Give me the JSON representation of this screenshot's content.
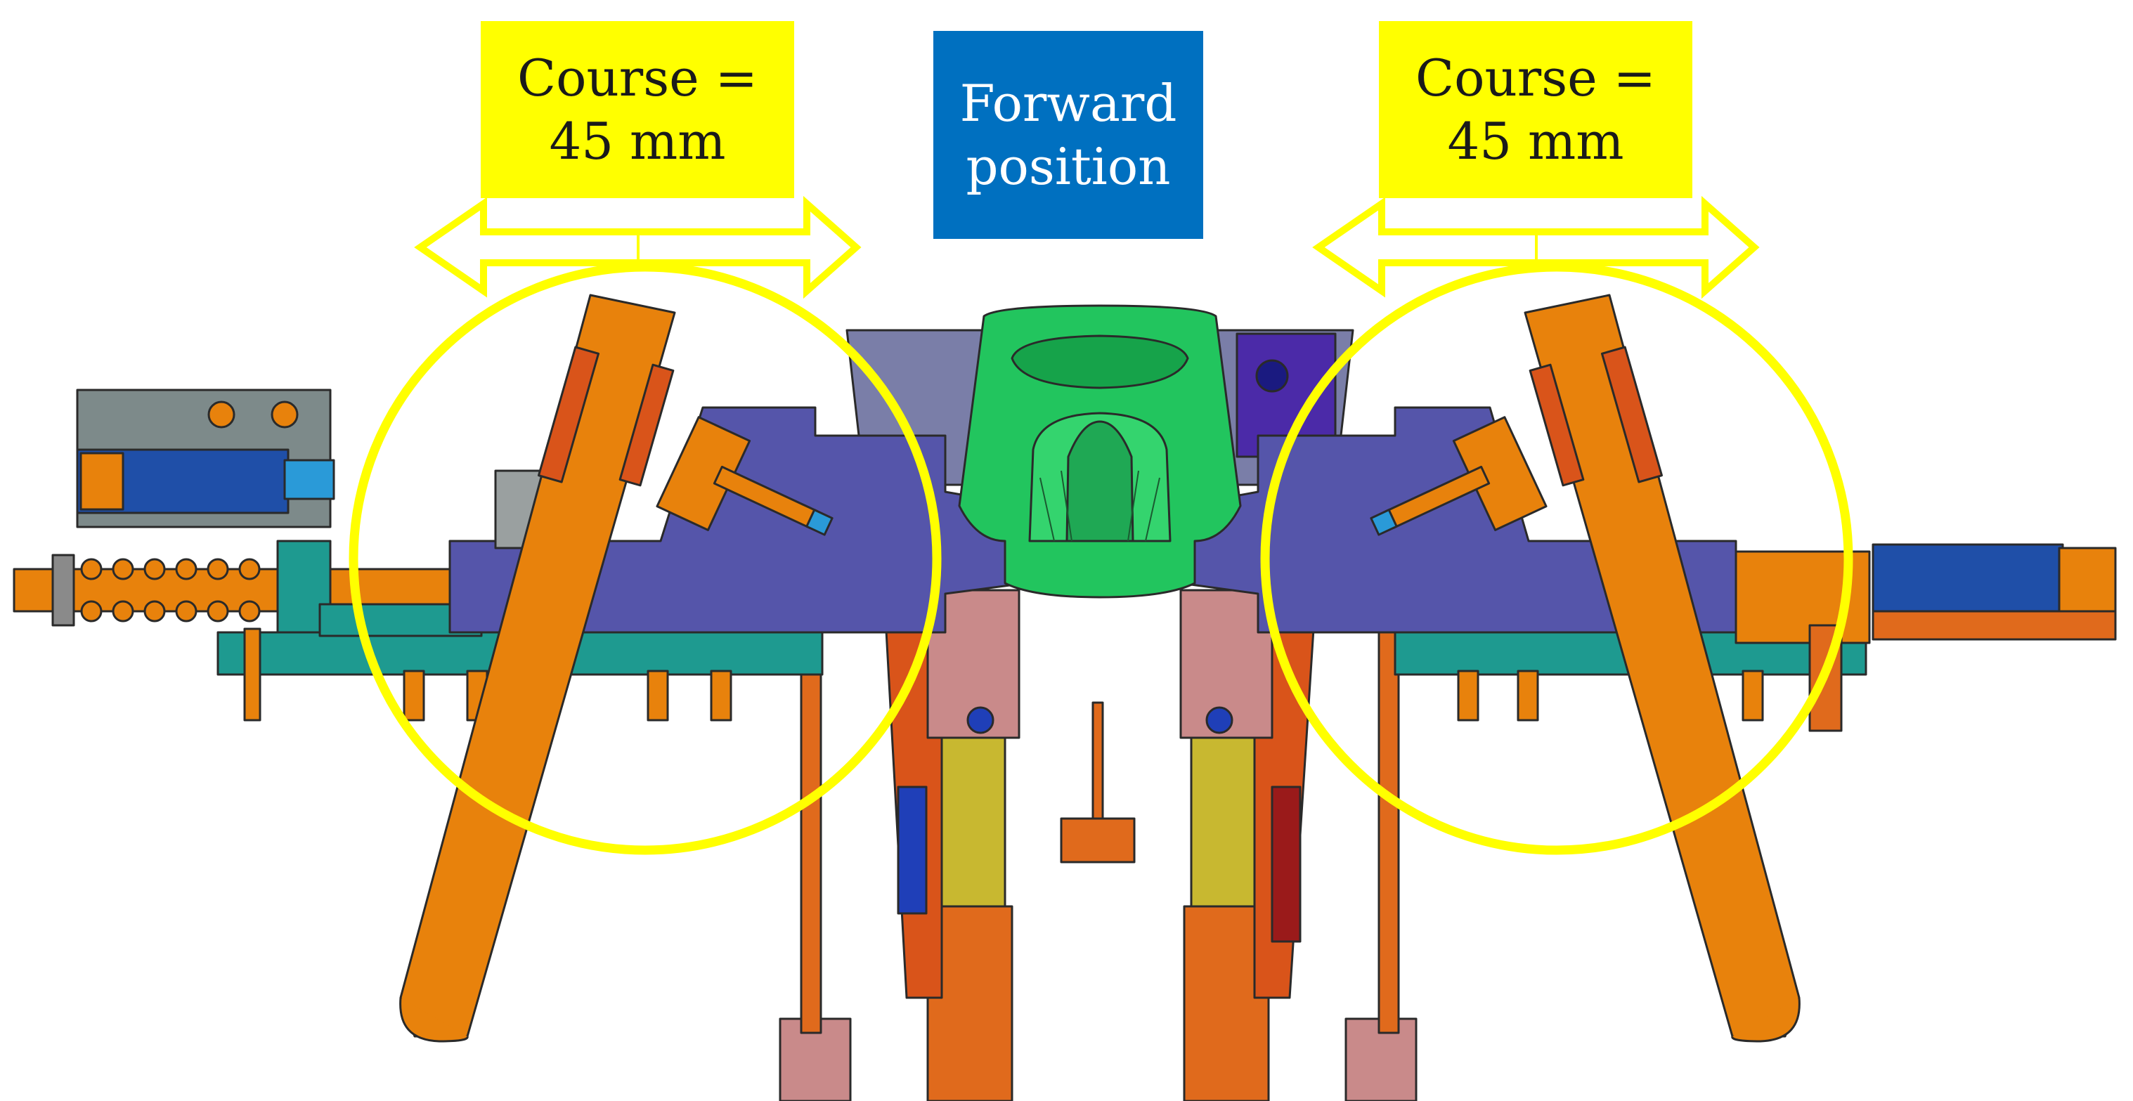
{
  "labels": {
    "course_left": {
      "line1": "Course =",
      "line2": "45 mm"
    },
    "forward": {
      "line1": "Forward",
      "line2": "position"
    },
    "course_right": {
      "line1": "Course =",
      "line2": "45 mm"
    }
  },
  "colors": {
    "highlight_yellow": "#ffff00",
    "label_blue": "#0070c0",
    "slider_orange": "#e8820c",
    "plate_purple": "#5555aa",
    "plate_teal": "#1e9a90",
    "part_green": "#22c55e",
    "pink": "#c98a8a",
    "actuator_blue": "#1f4fa8",
    "olive": "#c8b830"
  },
  "icons": [
    "double-arrow-left-icon",
    "double-arrow-right-icon",
    "circle-highlight-left-icon",
    "circle-highlight-right-icon"
  ]
}
